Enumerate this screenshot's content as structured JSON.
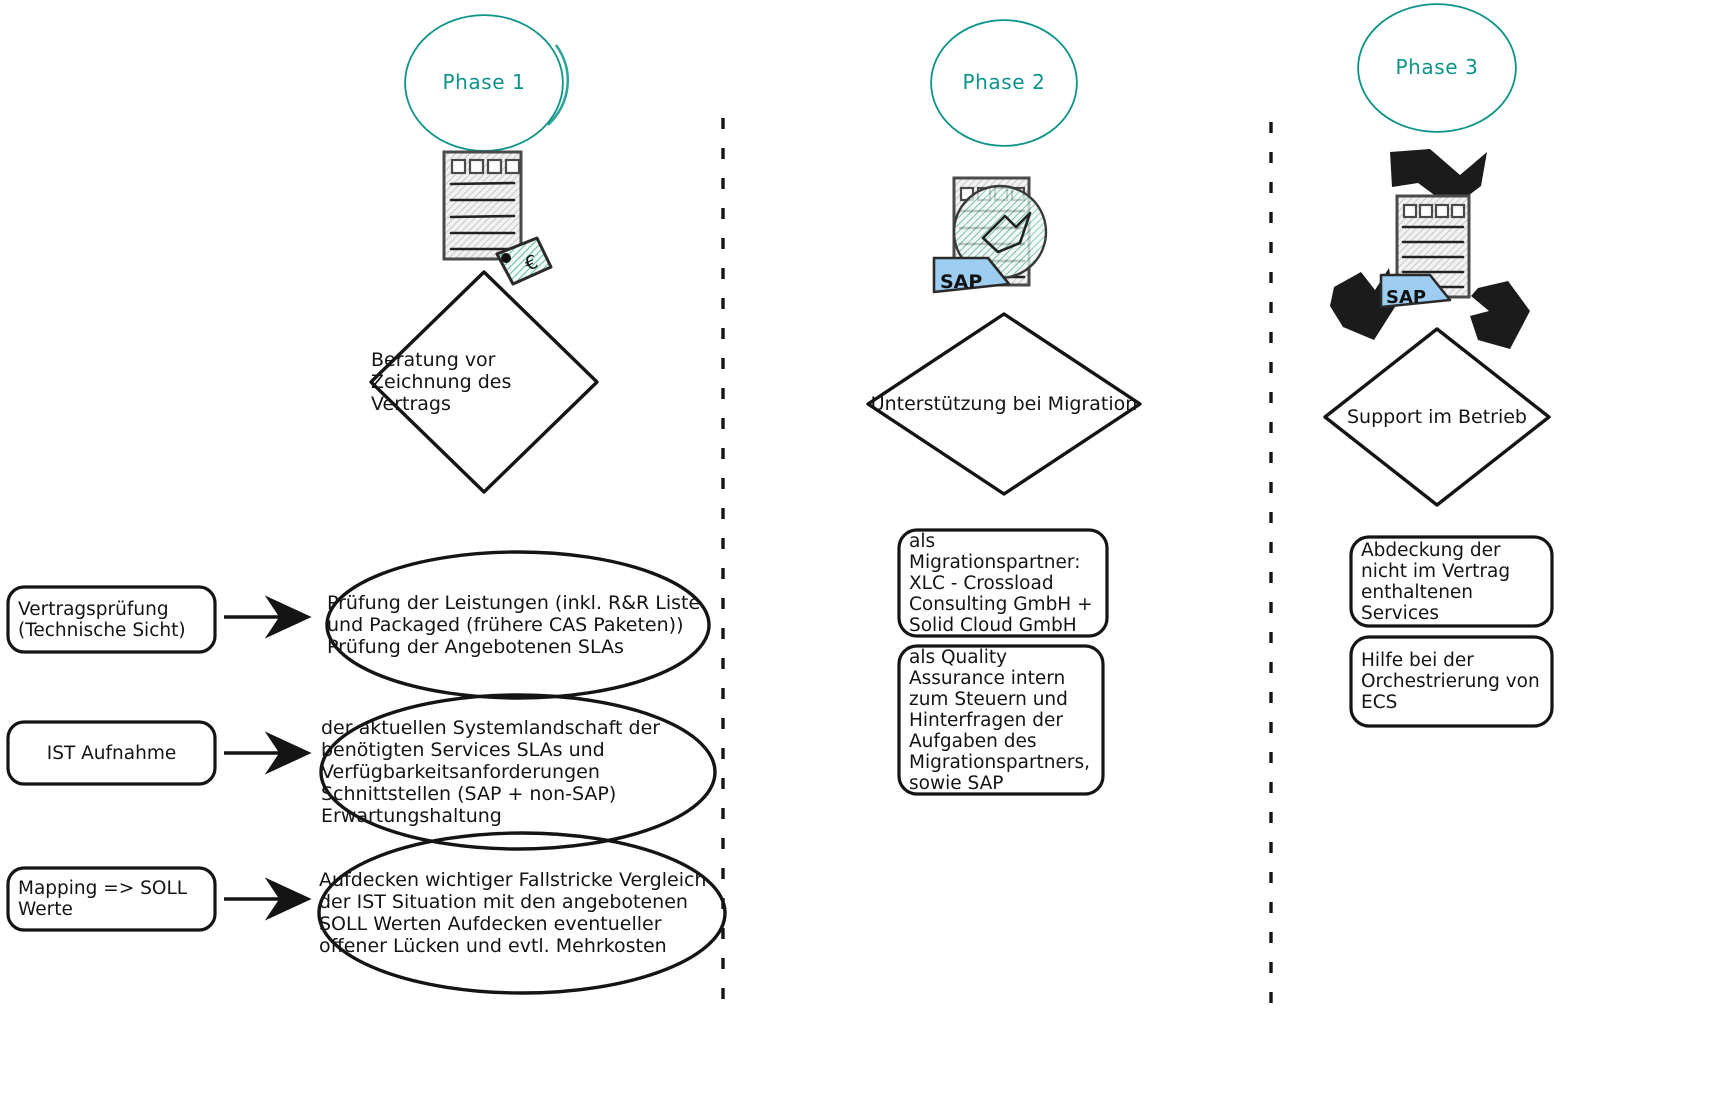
{
  "meta": {
    "title": "Phasenmodell SAP Migration",
    "accent_color": "#0c9488",
    "ink_color": "#141414",
    "sap_badge_color": "#9dcdf0"
  },
  "phases": [
    {
      "id": "phase-1",
      "label": "Phase 1"
    },
    {
      "id": "phase-2",
      "label": "Phase 2"
    },
    {
      "id": "phase-3",
      "label": "Phase 3"
    }
  ],
  "diamonds": [
    {
      "id": "diamond-phase-1",
      "text": "Beratung\nvor\nZeichnung\ndes\nVertrags"
    },
    {
      "id": "diamond-phase-2",
      "text": "Unterstützung\nbei Migration"
    },
    {
      "id": "diamond-phase-3",
      "text": "Support im\nBetrieb"
    }
  ],
  "icons": [
    {
      "id": "contract-price-tag-icon",
      "name": "document-with-euro-price-tag"
    },
    {
      "id": "sap-document-search-icon",
      "name": "document-with-magnifier-and-sap-tag",
      "badge": "SAP"
    },
    {
      "id": "sap-recycle-support-icon",
      "name": "document-with-sap-tag-and-recycle-arrows",
      "badge": "SAP"
    }
  ],
  "phase1": {
    "left_boxes": [
      {
        "id": "box-vertragspruefung",
        "text": "Vertragsprüfung\n(Technische Sicht)"
      },
      {
        "id": "box-ist-aufnahme",
        "text": "IST Aufnahme"
      },
      {
        "id": "box-mapping-soll",
        "text": "Mapping => SOLL\nWerte"
      }
    ],
    "ellipses": [
      {
        "id": "ellipse-pruefung-leistungen",
        "text": "Prüfung der Leistungen\n(inkl. R&R Liste und Packaged\n(frühere CAS Paketen))\nPrüfung der Angebotenen SLAs"
      },
      {
        "id": "ellipse-ist-details",
        "text": "der aktuellen Systemlandschaft\nder benötigten Services\nSLAs und Verfügbarkeitsanforderungen\nSchnittstellen (SAP + non-SAP)\nErwartungshaltung"
      },
      {
        "id": "ellipse-soll-vergleich",
        "text": "Aufdecken wichtiger Fallstricke\nVergleich der IST Situation\nmit den angebotenen SOLL Werten\nAufdecken eventueller offener\nLücken und evtl. Mehrkosten"
      }
    ]
  },
  "phase2": {
    "boxes": [
      {
        "id": "box-migrationspartner",
        "text": "als Migrationspartner:\nXLC - Crossload\nConsulting GmbH\n+ Solid Cloud GmbH"
      },
      {
        "id": "box-quality-assurance",
        "text": "als Quality Assurance\nintern zum Steuern\nund Hinterfragen der\nAufgaben des\nMigrationspartners,\nsowie SAP"
      }
    ]
  },
  "phase3": {
    "boxes": [
      {
        "id": "box-abdeckung-services",
        "text": "Abdeckung der nicht\nim Vertrag\nenthaltenen Services"
      },
      {
        "id": "box-hilfe-orchestrierung",
        "text": "Hilfe bei der\nOrchestrierung von\nECS"
      }
    ]
  },
  "dividers": [
    {
      "id": "divider-1",
      "orientation": "vertical-dashed"
    },
    {
      "id": "divider-2",
      "orientation": "vertical-dashed"
    }
  ],
  "arrows": [
    {
      "id": "arrow-vertragspruefung-to-ellipse"
    },
    {
      "id": "arrow-ist-aufnahme-to-ellipse"
    },
    {
      "id": "arrow-mapping-to-ellipse"
    }
  ]
}
